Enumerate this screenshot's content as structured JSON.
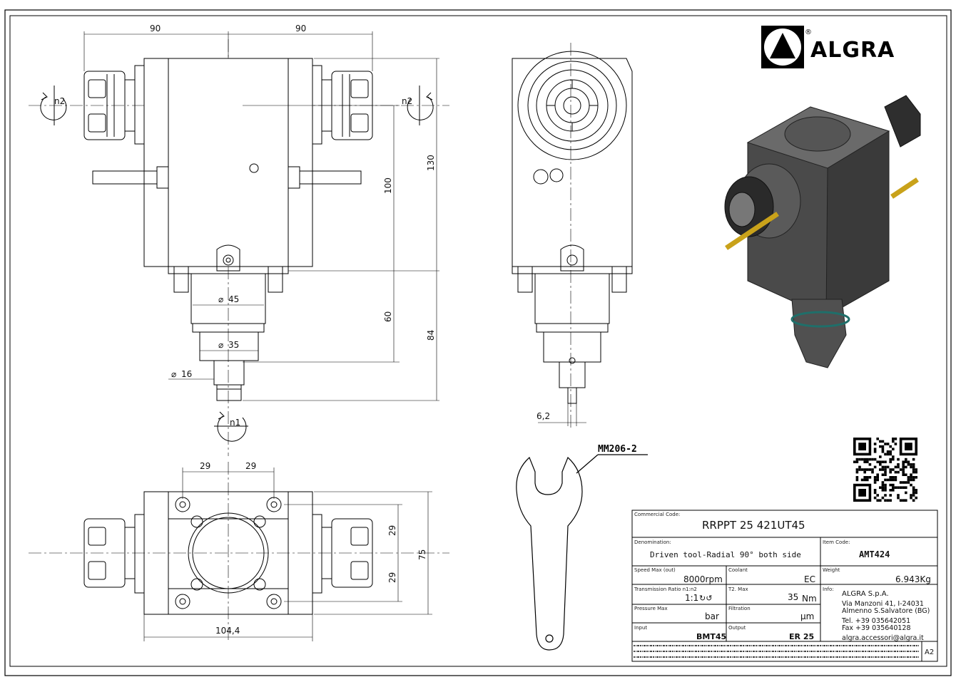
{
  "brand": {
    "name": "ALGRA",
    "registered": "®"
  },
  "dimensions": {
    "top_left_width": "90",
    "top_right_width": "90",
    "height_130": "130",
    "height_100": "100",
    "height_60": "60",
    "height_84": "84",
    "dia_45": "45",
    "dia_35": "35",
    "dia_16": "16",
    "side_6_2": "6,2",
    "bottom_29_left": "29",
    "bottom_29_right": "29",
    "bottom_29_upper": "29",
    "bottom_29_lower": "29",
    "bottom_75": "75",
    "bottom_104_4": "104,4"
  },
  "rotation_labels": {
    "left": "n2",
    "right": "n2",
    "bottom": "n1"
  },
  "wrench_label": "MM206-2",
  "title_block": {
    "commercial_code_label": "Commercial Code:",
    "commercial_code": "RRPPT 25 421UT45",
    "denomination_label": "Denomination:",
    "denomination": "Driven tool-Radial 90° both side",
    "item_code_label": "Item Code:",
    "item_code": "AMT424",
    "speed_max_label": "Speed Max (out)",
    "speed_max": "8000rpm",
    "coolant_label": "Coolant",
    "coolant": "EC",
    "weight_label": "Weight",
    "weight": "6.943Kg",
    "transmission_label": "Transmission Ratio n1:n2",
    "transmission": "1:1",
    "torque_label": "T2. Max",
    "torque": "35",
    "torque_unit": "Nm",
    "pressure_label": "Pressure Max",
    "pressure_unit": "bar",
    "filtration_label": "Filtration",
    "filtration_unit": "µm",
    "input_label": "Input",
    "input": "BMT45",
    "output_label": "Output",
    "output": "ER 25",
    "info_label": "Info:",
    "company": "ALGRA S.p.A.",
    "address1": "Via Manzoni 41, I-24031",
    "address2": "Almenno S.Salvatore (BG)",
    "tel": "Tel. +39 035642051",
    "fax": "Fax +39 035640128",
    "email": "algra.accessori@algra.it",
    "sheet_size": "A2"
  }
}
